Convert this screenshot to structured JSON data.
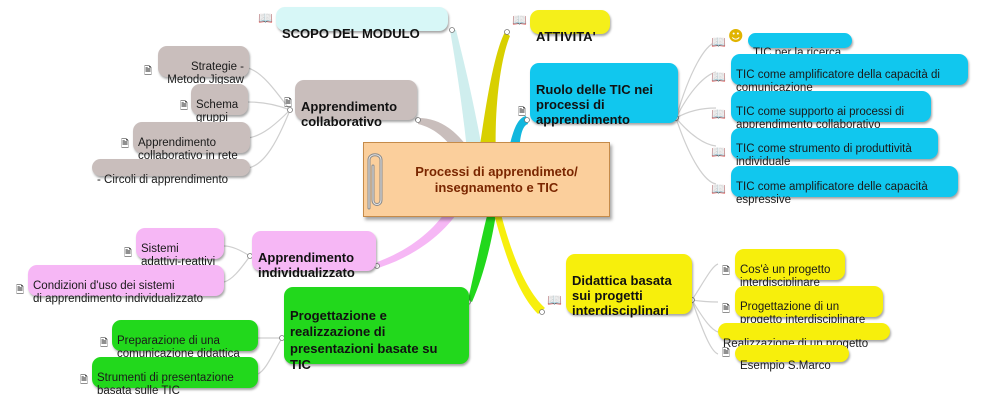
{
  "colors": {
    "central_fill": "#fbcf9c",
    "scopo": "#d7f7f7",
    "attivita": "#f5ef1a",
    "ruolo": "#11c7ee",
    "apprendimento_collaborativo": "#c9bebc",
    "individualizzato": "#f6b7f5",
    "progettazione": "#22d81c",
    "didattica": "#f7ef0c"
  },
  "central": {
    "label": "Processi di apprendimeto/\ninsegnamento e TIC",
    "icon": "paperclip-icon"
  },
  "branches": {
    "scopo": {
      "label": "SCOPO DEL MODULO",
      "icon": "book-icon"
    },
    "attivita": {
      "label": "ATTIVITA'",
      "icon": "book-icon"
    },
    "ruolo": {
      "label": "Ruolo delle TIC nei\nprocessi di\napprendimento",
      "icon": "note-icon",
      "children": [
        {
          "label": "TIC per la ricerca",
          "icon": "book-icon"
        },
        {
          "label": "TIC come amplificatore della capacità di\ncomunicazione",
          "icon": "book-icon"
        },
        {
          "label": "TIC come supporto ai processi di\napprendimento collaborativo",
          "icon": "book-icon"
        },
        {
          "label": "TIC come strumento di produttività\nindividuale",
          "icon": "book-icon"
        },
        {
          "label": "TIC come amplificatore delle capacità\nespressive",
          "icon": "book-icon"
        }
      ]
    },
    "collaborativo": {
      "label": "Apprendimento\ncollaborativo",
      "icon": "note-icon",
      "children": [
        {
          "label": "Strategie -\nMetodo Jigsaw",
          "icon": "note-icon"
        },
        {
          "label": "Schema\ngruppi",
          "icon": "note-icon"
        },
        {
          "label": "Apprendimento\ncollaborativo in rete",
          "icon": "note-icon"
        },
        {
          "label": "- Circoli di apprendimento",
          "icon": ""
        }
      ]
    },
    "individualizzato": {
      "label": "Apprendimento\nindividualizzato",
      "icon": "note-icon",
      "children": [
        {
          "label": "Sistemi\nadattivi-reattivi",
          "icon": "note-icon"
        },
        {
          "label": "Condizioni d'uso dei sistemi\ndi apprendimento individualizzato",
          "icon": "note-icon"
        }
      ]
    },
    "progettazione": {
      "label": "Progettazione e\nrealizzazione di\npresentazioni basate su\nTIC",
      "icon": "",
      "children": [
        {
          "label": "Preparazione di una\ncomunicazione didattica",
          "icon": "note-icon"
        },
        {
          "label": "Strumenti di presentazione\nbasata sulle TIC",
          "icon": "note-icon"
        }
      ]
    },
    "didattica": {
      "label": "Didattica basata\nsui progetti\ninterdisciplinari",
      "icon": "book-icon",
      "children": [
        {
          "label": "Cos'è un progetto\ninterdisciplinare",
          "icon": "note-icon"
        },
        {
          "label": "Progettazione di un\nprogetto interdisciplinare",
          "icon": "note-icon"
        },
        {
          "label": "Realizzazione di un progetto",
          "icon": ""
        },
        {
          "label": "Esempio  S.Marco",
          "icon": "note-icon"
        }
      ]
    }
  }
}
